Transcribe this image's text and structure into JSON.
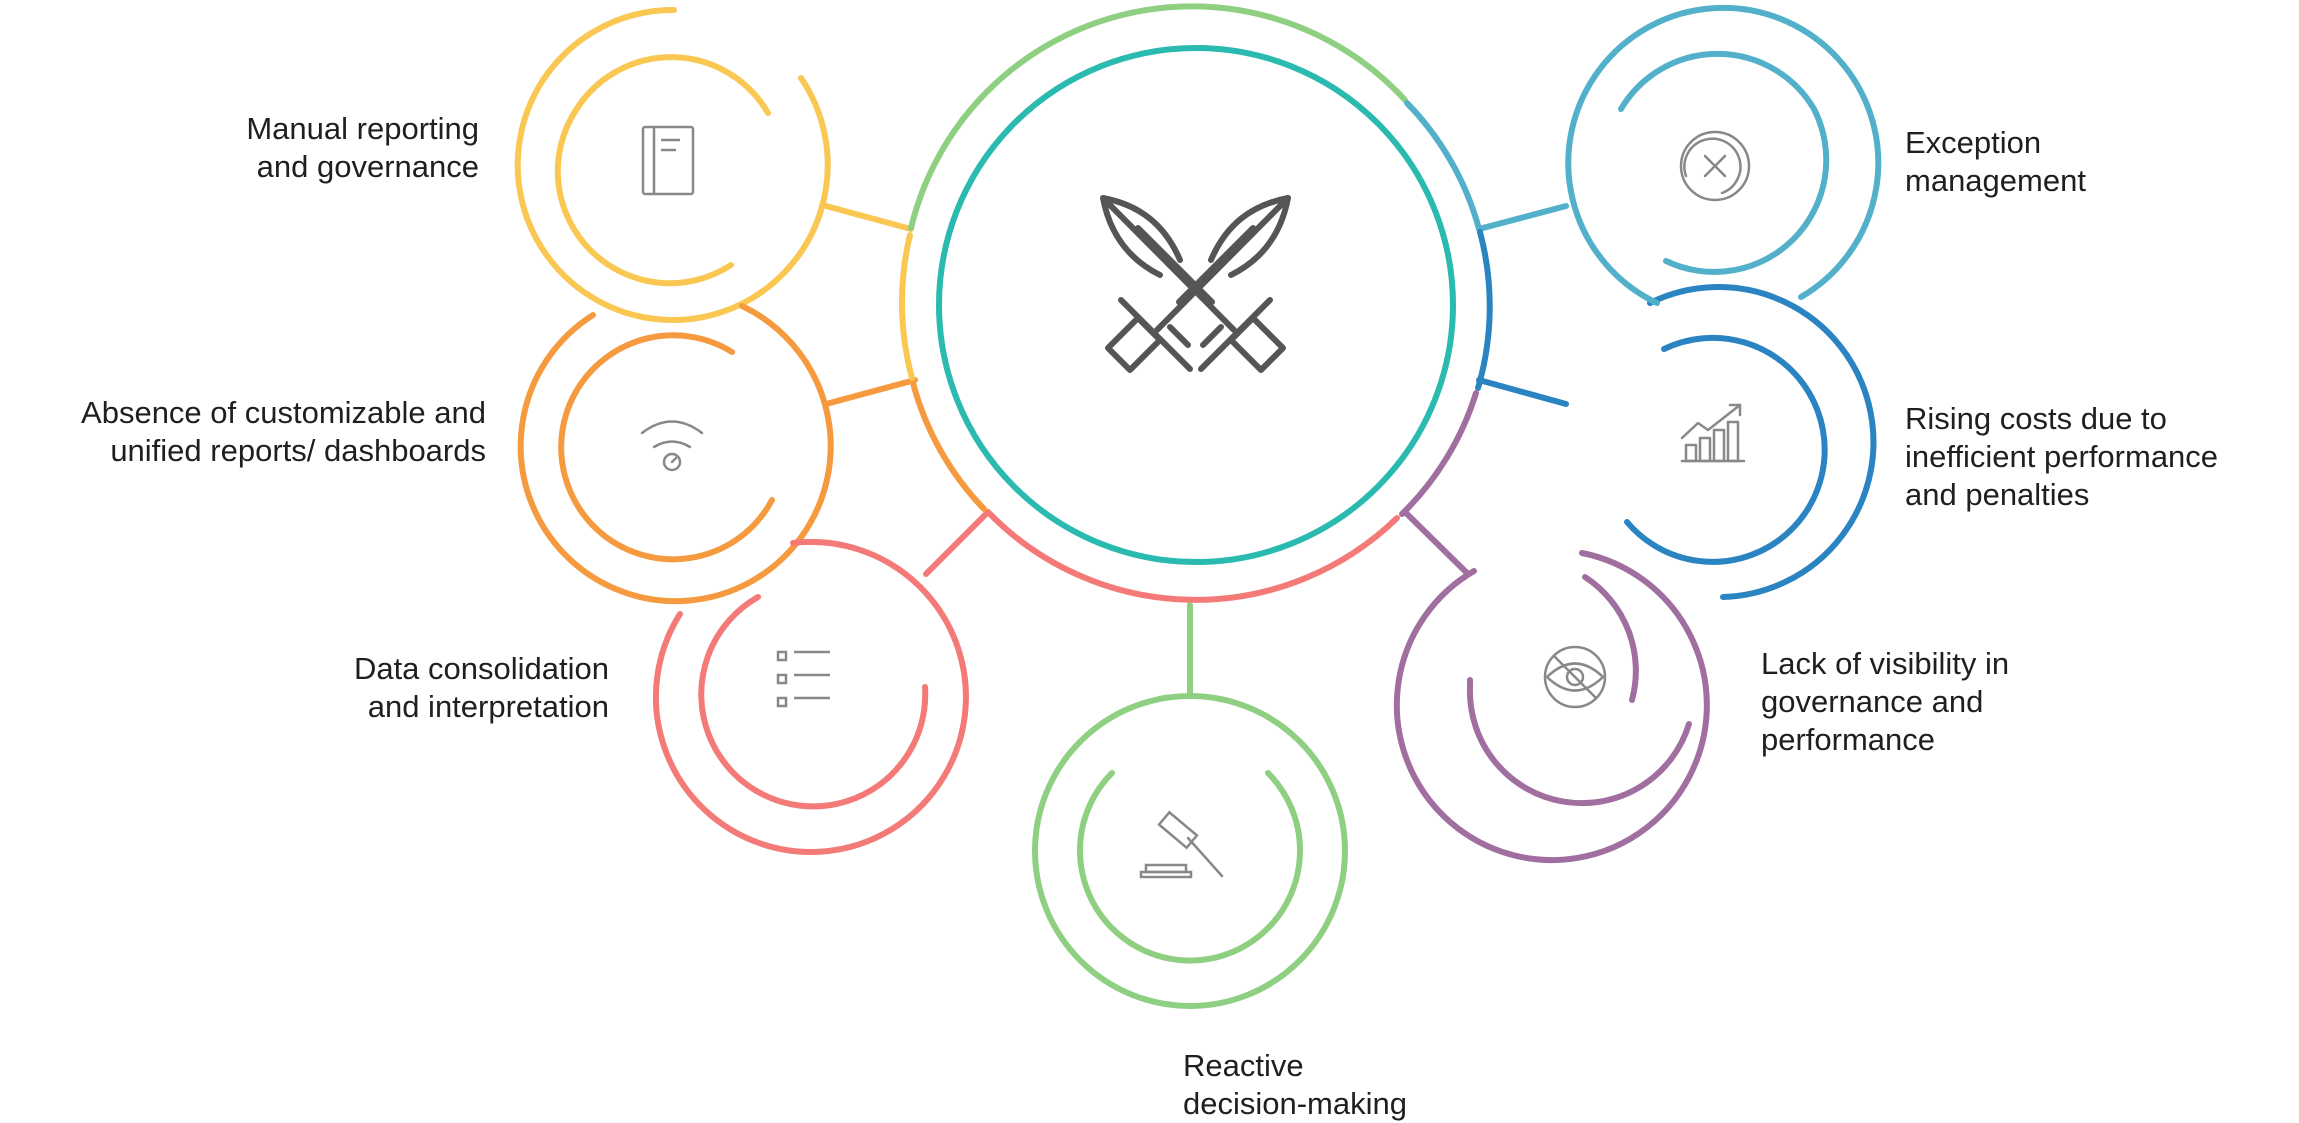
{
  "center": {
    "icon": "crossed-swords-icon",
    "outer_color": "#f47a78",
    "inner_color": "#2bbab0"
  },
  "challenges": [
    {
      "id": "manual-reporting",
      "label": "Manual reporting\nand governance",
      "color": "#f9c752",
      "icon": "document-icon"
    },
    {
      "id": "absence-of-reports",
      "label": "Absence of customizable and\nunified reports/ dashboards",
      "color": "#f59a3e",
      "icon": "wifi-signal-icon"
    },
    {
      "id": "data-consolidation",
      "label": "Data consolidation\nand interpretation",
      "color": "#f47a78",
      "icon": "checklist-icon"
    },
    {
      "id": "reactive-decisions",
      "label": "Reactive\ndecision-making",
      "color": "#8fcf82",
      "icon": "gavel-icon"
    },
    {
      "id": "lack-of-visibility",
      "label": "Lack of visibility in\ngovernance and\nperformance",
      "color": "#a06f9f",
      "icon": "eye-slash-icon"
    },
    {
      "id": "rising-costs",
      "label": "Rising costs due to\ninefficient performance\nand penalties",
      "color": "#2b84c2",
      "icon": "chart-growth-icon"
    },
    {
      "id": "exception-management",
      "label": "Exception\nmanagement",
      "color": "#52b0ca",
      "icon": "cross-circle-icon"
    }
  ]
}
